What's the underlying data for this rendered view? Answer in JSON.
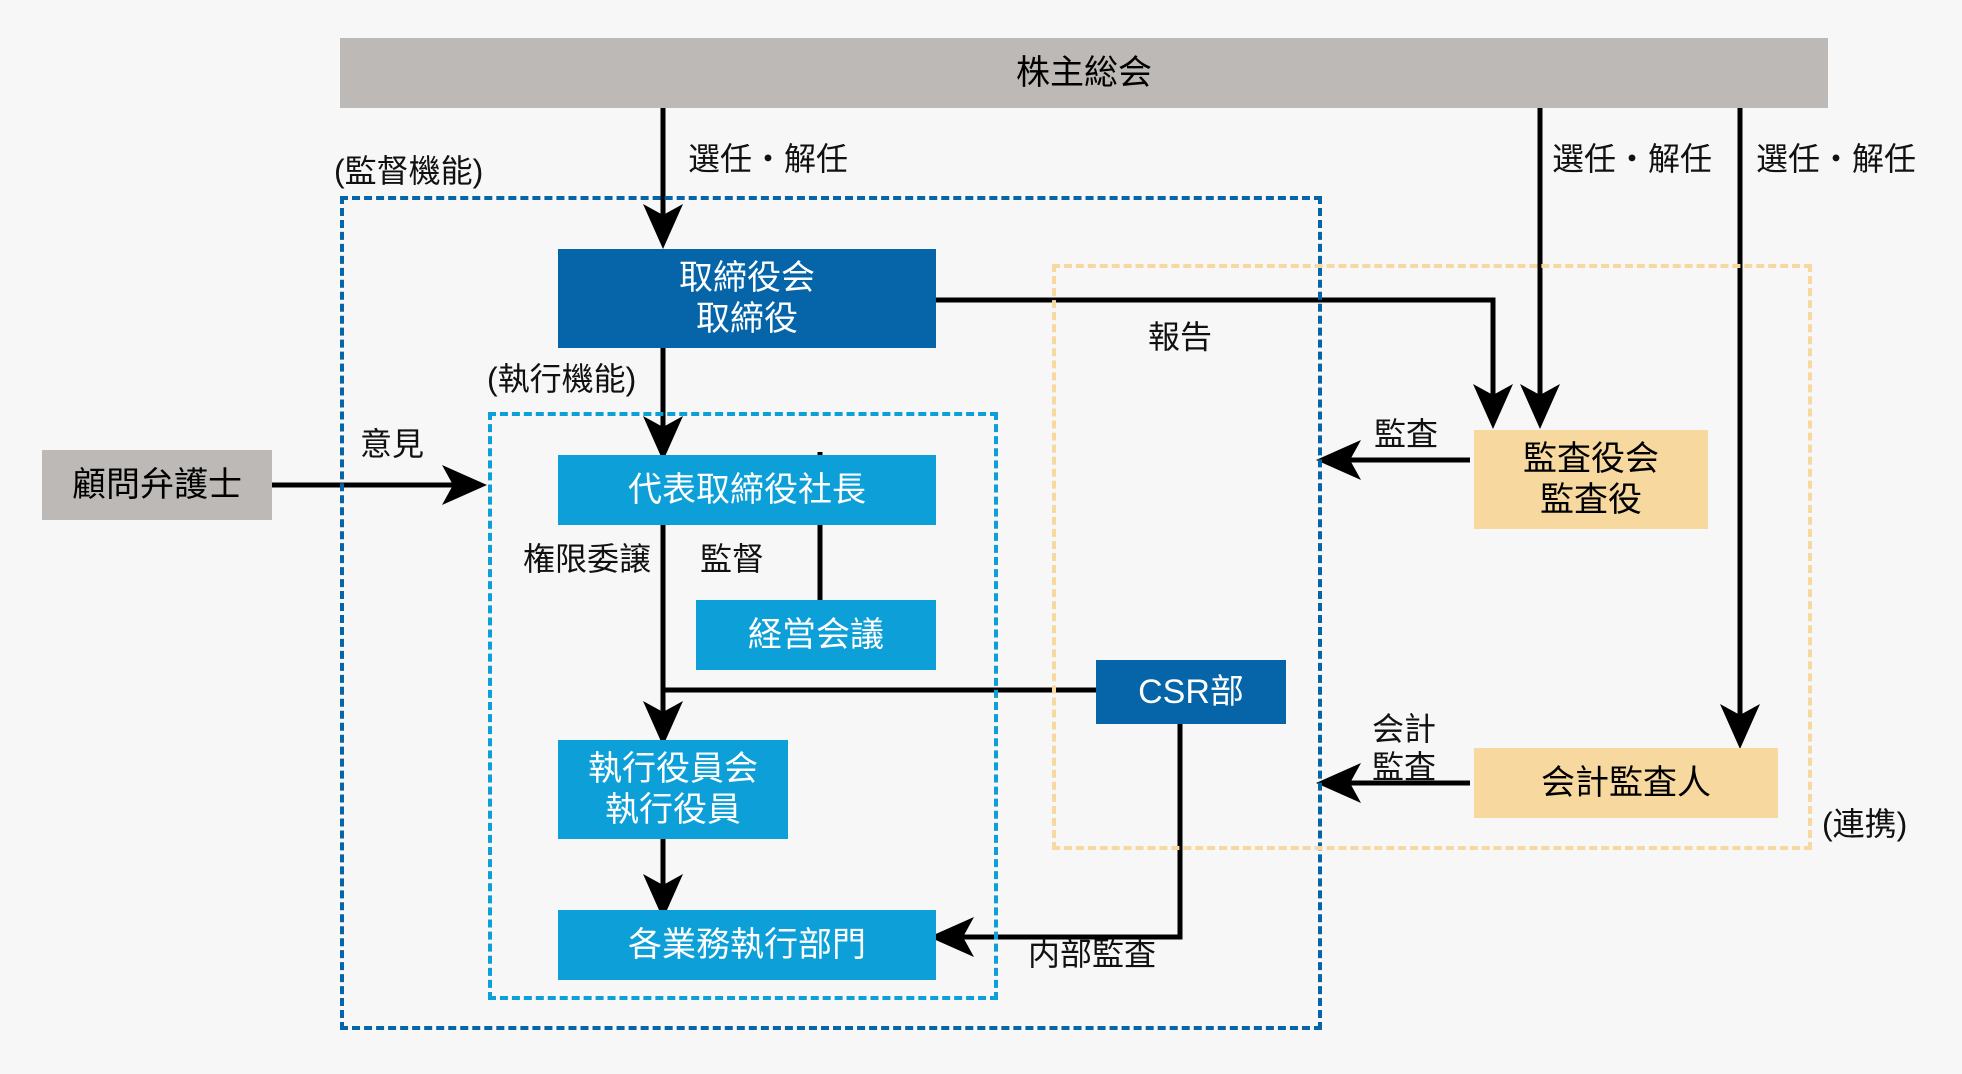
{
  "diagram": {
    "title_text": "株主総会",
    "nodes": {
      "shareholders_meeting": "株主総会",
      "board_of_directors": "取締役会\n取締役",
      "legal_counsel": "顧問弁護士",
      "president": "代表取締役社長",
      "management_meeting": "経営会議",
      "executive_officers": "執行役員会\n執行役員",
      "business_divisions": "各業務執行部門",
      "csr_department": "CSR部",
      "board_of_auditors": "監査役会\n監査役",
      "accounting_auditor": "会計監査人"
    },
    "group_labels": {
      "supervisory_function": "(監督機能)",
      "executive_function": "(執行機能)",
      "coordination": "(連携)"
    },
    "edge_labels": {
      "appoint_dismiss_board": "選任・解任",
      "appoint_dismiss_auditors": "選任・解任",
      "appoint_dismiss_accounting": "選任・解任",
      "opinion": "意見",
      "delegation_of_authority": "権限委譲",
      "supervision": "監督",
      "report": "報告",
      "audit": "監査",
      "accounting_audit": "会計\n監査",
      "internal_audit": "内部監査"
    },
    "colors": {
      "gray": "#bdb9b6",
      "blue_dark": "#0565a8",
      "blue_light": "#0d9fd8",
      "orange": "#f7d9a0",
      "line": "#000000",
      "background": "#f7f7f7"
    }
  }
}
